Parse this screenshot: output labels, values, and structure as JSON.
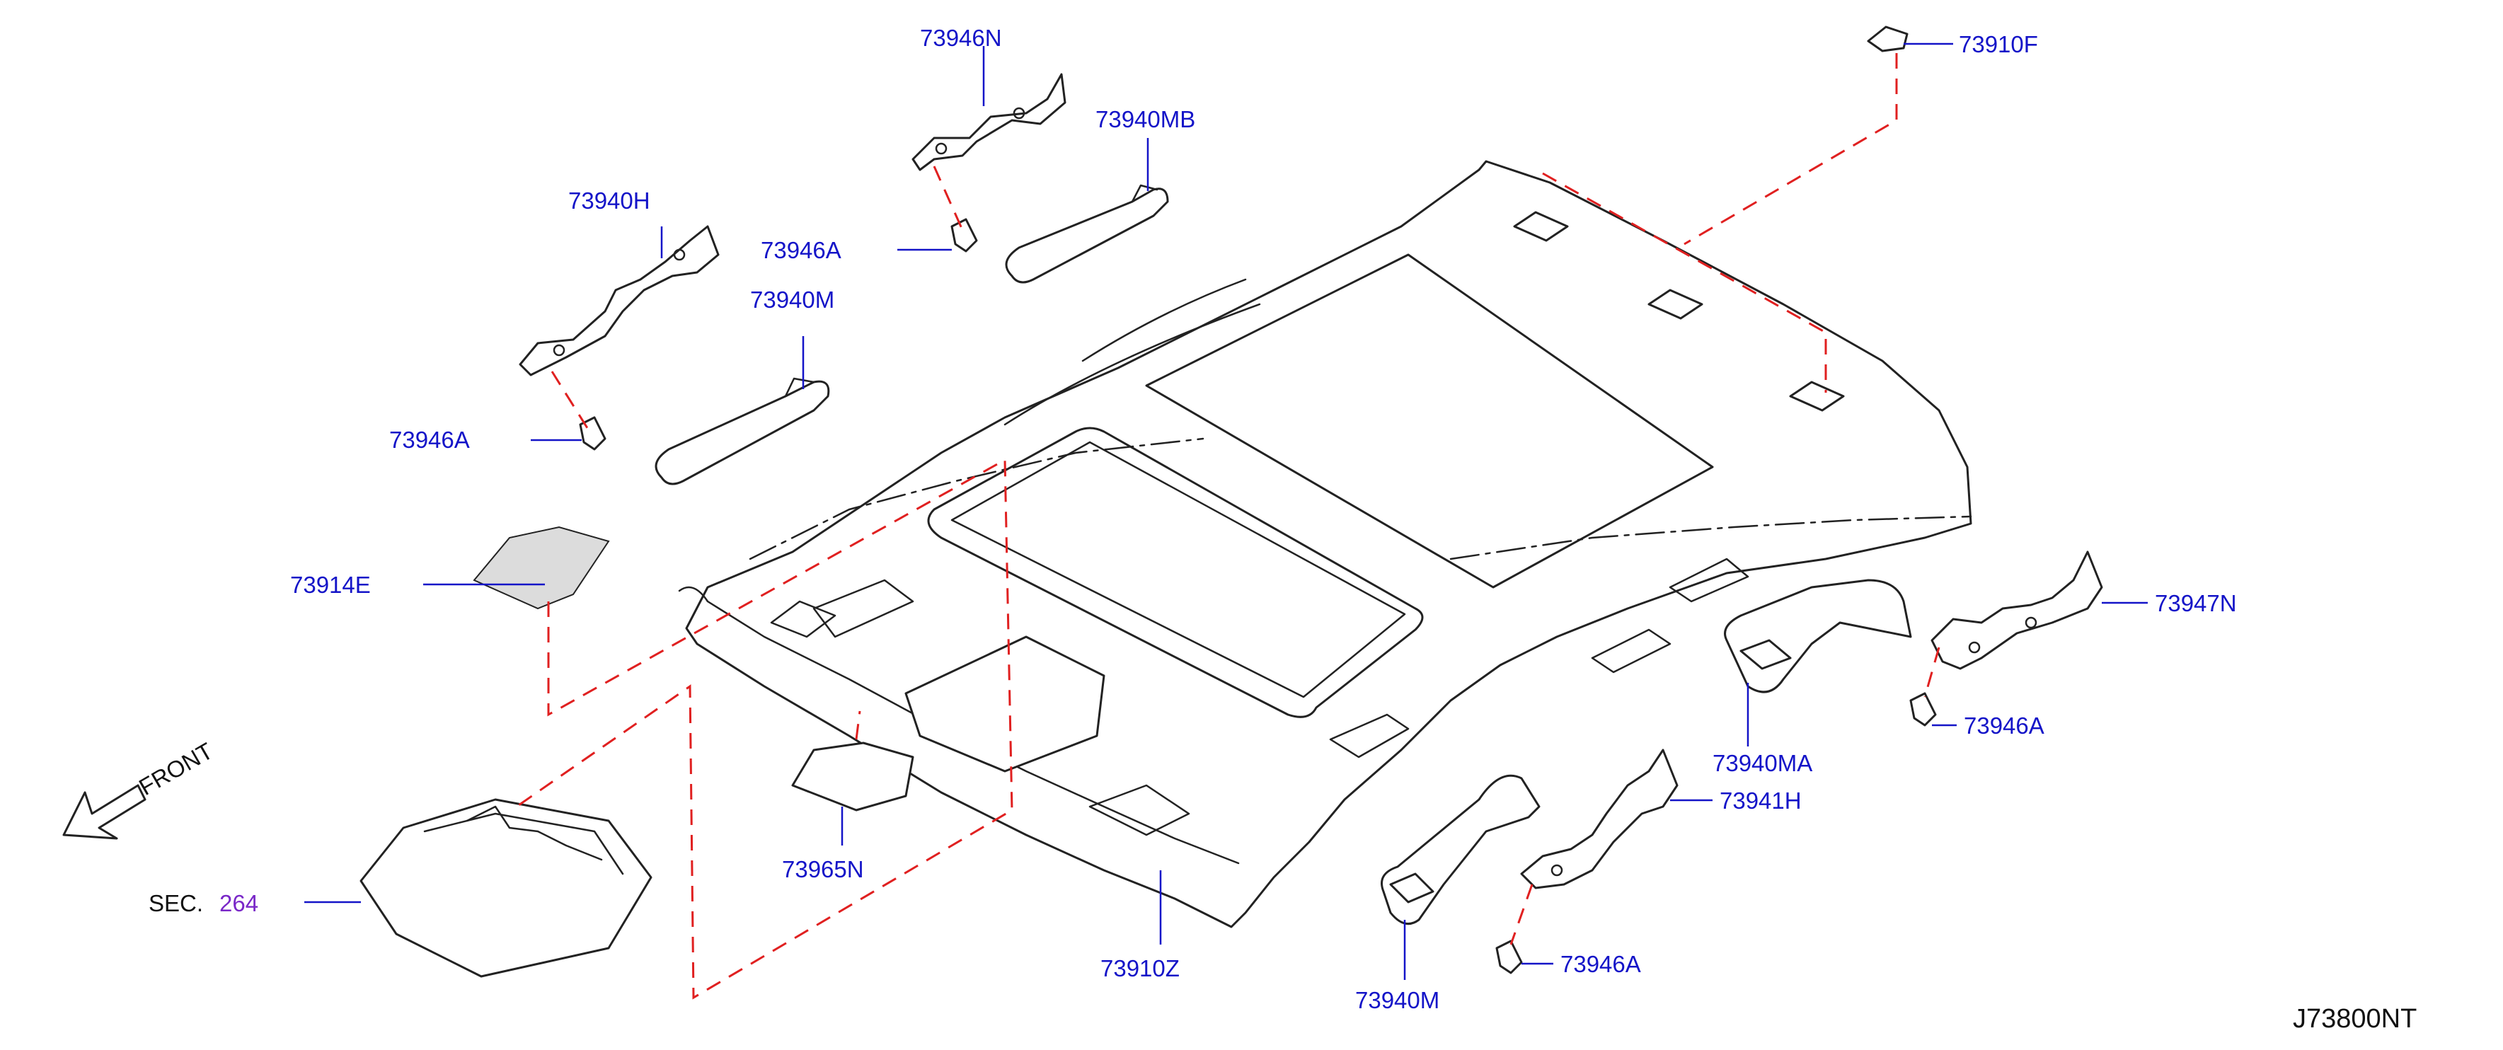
{
  "diagram": {
    "drawing_code": "J73800NT",
    "front_label": "FRONT",
    "colors": {
      "part_number": "#1414c8",
      "leader": "#1414c8",
      "dashed_guide": "#e02020",
      "section_ref": "#7a28c8",
      "outline": "#222222"
    },
    "parts": [
      {
        "id": "73946N",
        "label": "73946N"
      },
      {
        "id": "73910F",
        "label": "73910F"
      },
      {
        "id": "73940MB",
        "label": "73940MB"
      },
      {
        "id": "73940H",
        "label": "73940H"
      },
      {
        "id": "73946A-upper-left",
        "label": "73946A"
      },
      {
        "id": "73940M-upper",
        "label": "73940M"
      },
      {
        "id": "73946A-left",
        "label": "73946A"
      },
      {
        "id": "73914E",
        "label": "73914E"
      },
      {
        "id": "73947N",
        "label": "73947N"
      },
      {
        "id": "73946A-right",
        "label": "73946A"
      },
      {
        "id": "73940MA",
        "label": "73940MA"
      },
      {
        "id": "73941H",
        "label": "73941H"
      },
      {
        "id": "73965N",
        "label": "73965N"
      },
      {
        "id": "73910Z",
        "label": "73910Z"
      },
      {
        "id": "73946A-bottom",
        "label": "73946A"
      },
      {
        "id": "73940M-lower",
        "label": "73940M"
      }
    ],
    "section_ref": {
      "prefix": "SEC.",
      "number": "264"
    }
  }
}
